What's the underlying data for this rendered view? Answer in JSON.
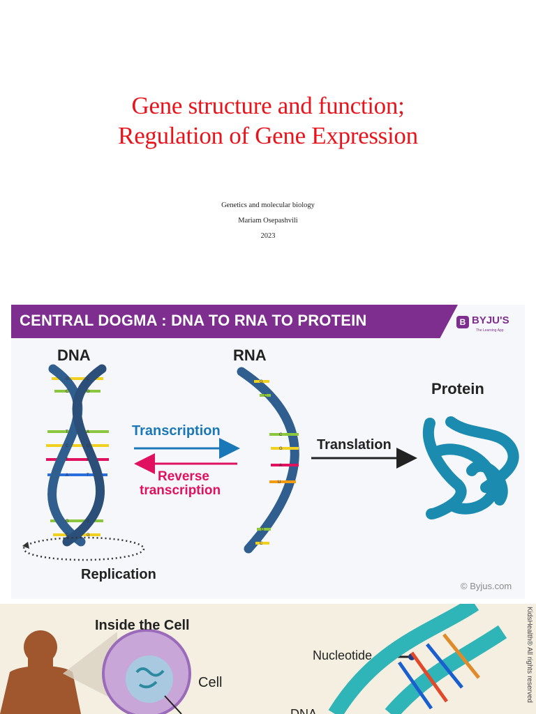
{
  "slide": {
    "title_lines": [
      "Gene structure and function;",
      "Regulation of Gene Expression"
    ],
    "course": "Genetics and molecular biology",
    "author": "Mariam Osepashvili",
    "year": "2023"
  },
  "dogma": {
    "header": "CENTRAL DOGMA : DNA TO RNA TO PROTEIN",
    "logo_mark": "B",
    "logo_text": "BYJU'S",
    "logo_sub": "The Learning App",
    "labels": {
      "dna": "DNA",
      "rna": "RNA",
      "protein": "Protein",
      "transcription": "Transcription",
      "reverse_line1": "Reverse",
      "reverse_line2": "transcription",
      "translation": "Translation",
      "replication": "Replication"
    },
    "copyright": "© Byjus.com",
    "dna_bases": [
      [
        "G",
        "C"
      ],
      [
        "C",
        "G"
      ],
      [
        "T",
        "A"
      ],
      [
        "C",
        "G"
      ],
      [
        "T",
        "A"
      ],
      [
        "A",
        "T"
      ],
      [
        "G",
        "C"
      ],
      [
        "C",
        "G"
      ]
    ],
    "rna_bases": [
      "G",
      "C",
      "C",
      "G",
      "A",
      "U",
      "G",
      "C"
    ],
    "colors": {
      "header": "#7d2e8e",
      "helix": "#2f5e8f",
      "transcription": "#1a77b8",
      "reverse": "#e0115f",
      "protein": "#1b8cb0"
    }
  },
  "cell_figure": {
    "title": "Inside the Cell",
    "cell_label": "Cell",
    "nucleotide_label": "Nucleotide",
    "dna_label": "DNA",
    "credit": "KidsHealth® All rights reserved"
  }
}
